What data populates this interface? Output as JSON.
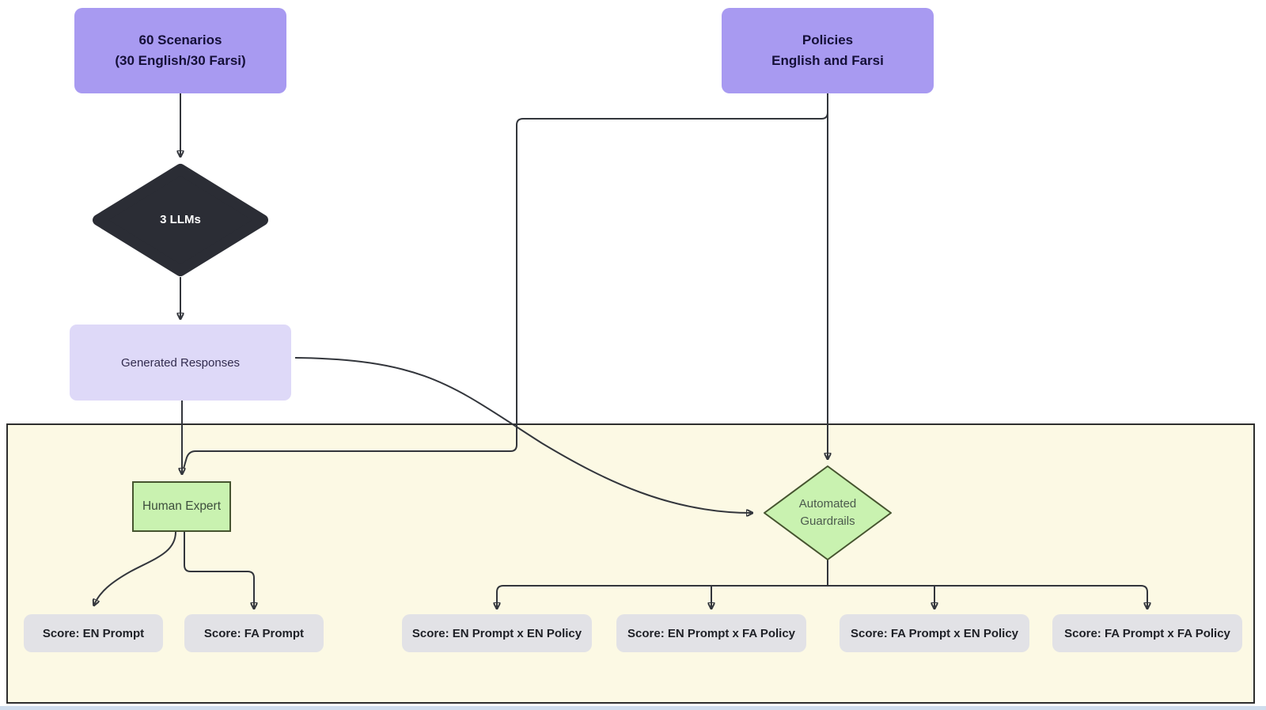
{
  "diagram": {
    "nodes": {
      "scenarios": {
        "line1": "60 Scenarios",
        "line2": "(30 English/30 Farsi)"
      },
      "policies": {
        "line1": "Policies",
        "line2": "English and Farsi"
      },
      "llms": {
        "label": "3 LLMs"
      },
      "generated_responses": {
        "label": "Generated Responses"
      },
      "human_expert": {
        "label": "Human Expert"
      },
      "automated_guardrails": {
        "line1": "Automated",
        "line2": "Guardrails"
      },
      "score_boxes": [
        {
          "label": "Score: EN Prompt"
        },
        {
          "label": "Score: FA Prompt"
        },
        {
          "label": "Score: EN Prompt x EN Policy"
        },
        {
          "label": "Score: EN Prompt x FA Policy"
        },
        {
          "label": "Score: FA Prompt x EN Policy"
        },
        {
          "label": "Score: FA Prompt x FA Policy"
        }
      ]
    },
    "colors": {
      "purple_node": "#a89af1",
      "lavender_node": "#ded9f8",
      "dark_diamond": "#2b2d35",
      "green_node_fill": "#c9f2b0",
      "green_node_border": "#46542f",
      "evaluation_panel_fill": "#fcf9e4",
      "evaluation_panel_border": "#2e2e2e",
      "score_node_fill": "#e2e2e6",
      "edge": "#33363c"
    }
  }
}
